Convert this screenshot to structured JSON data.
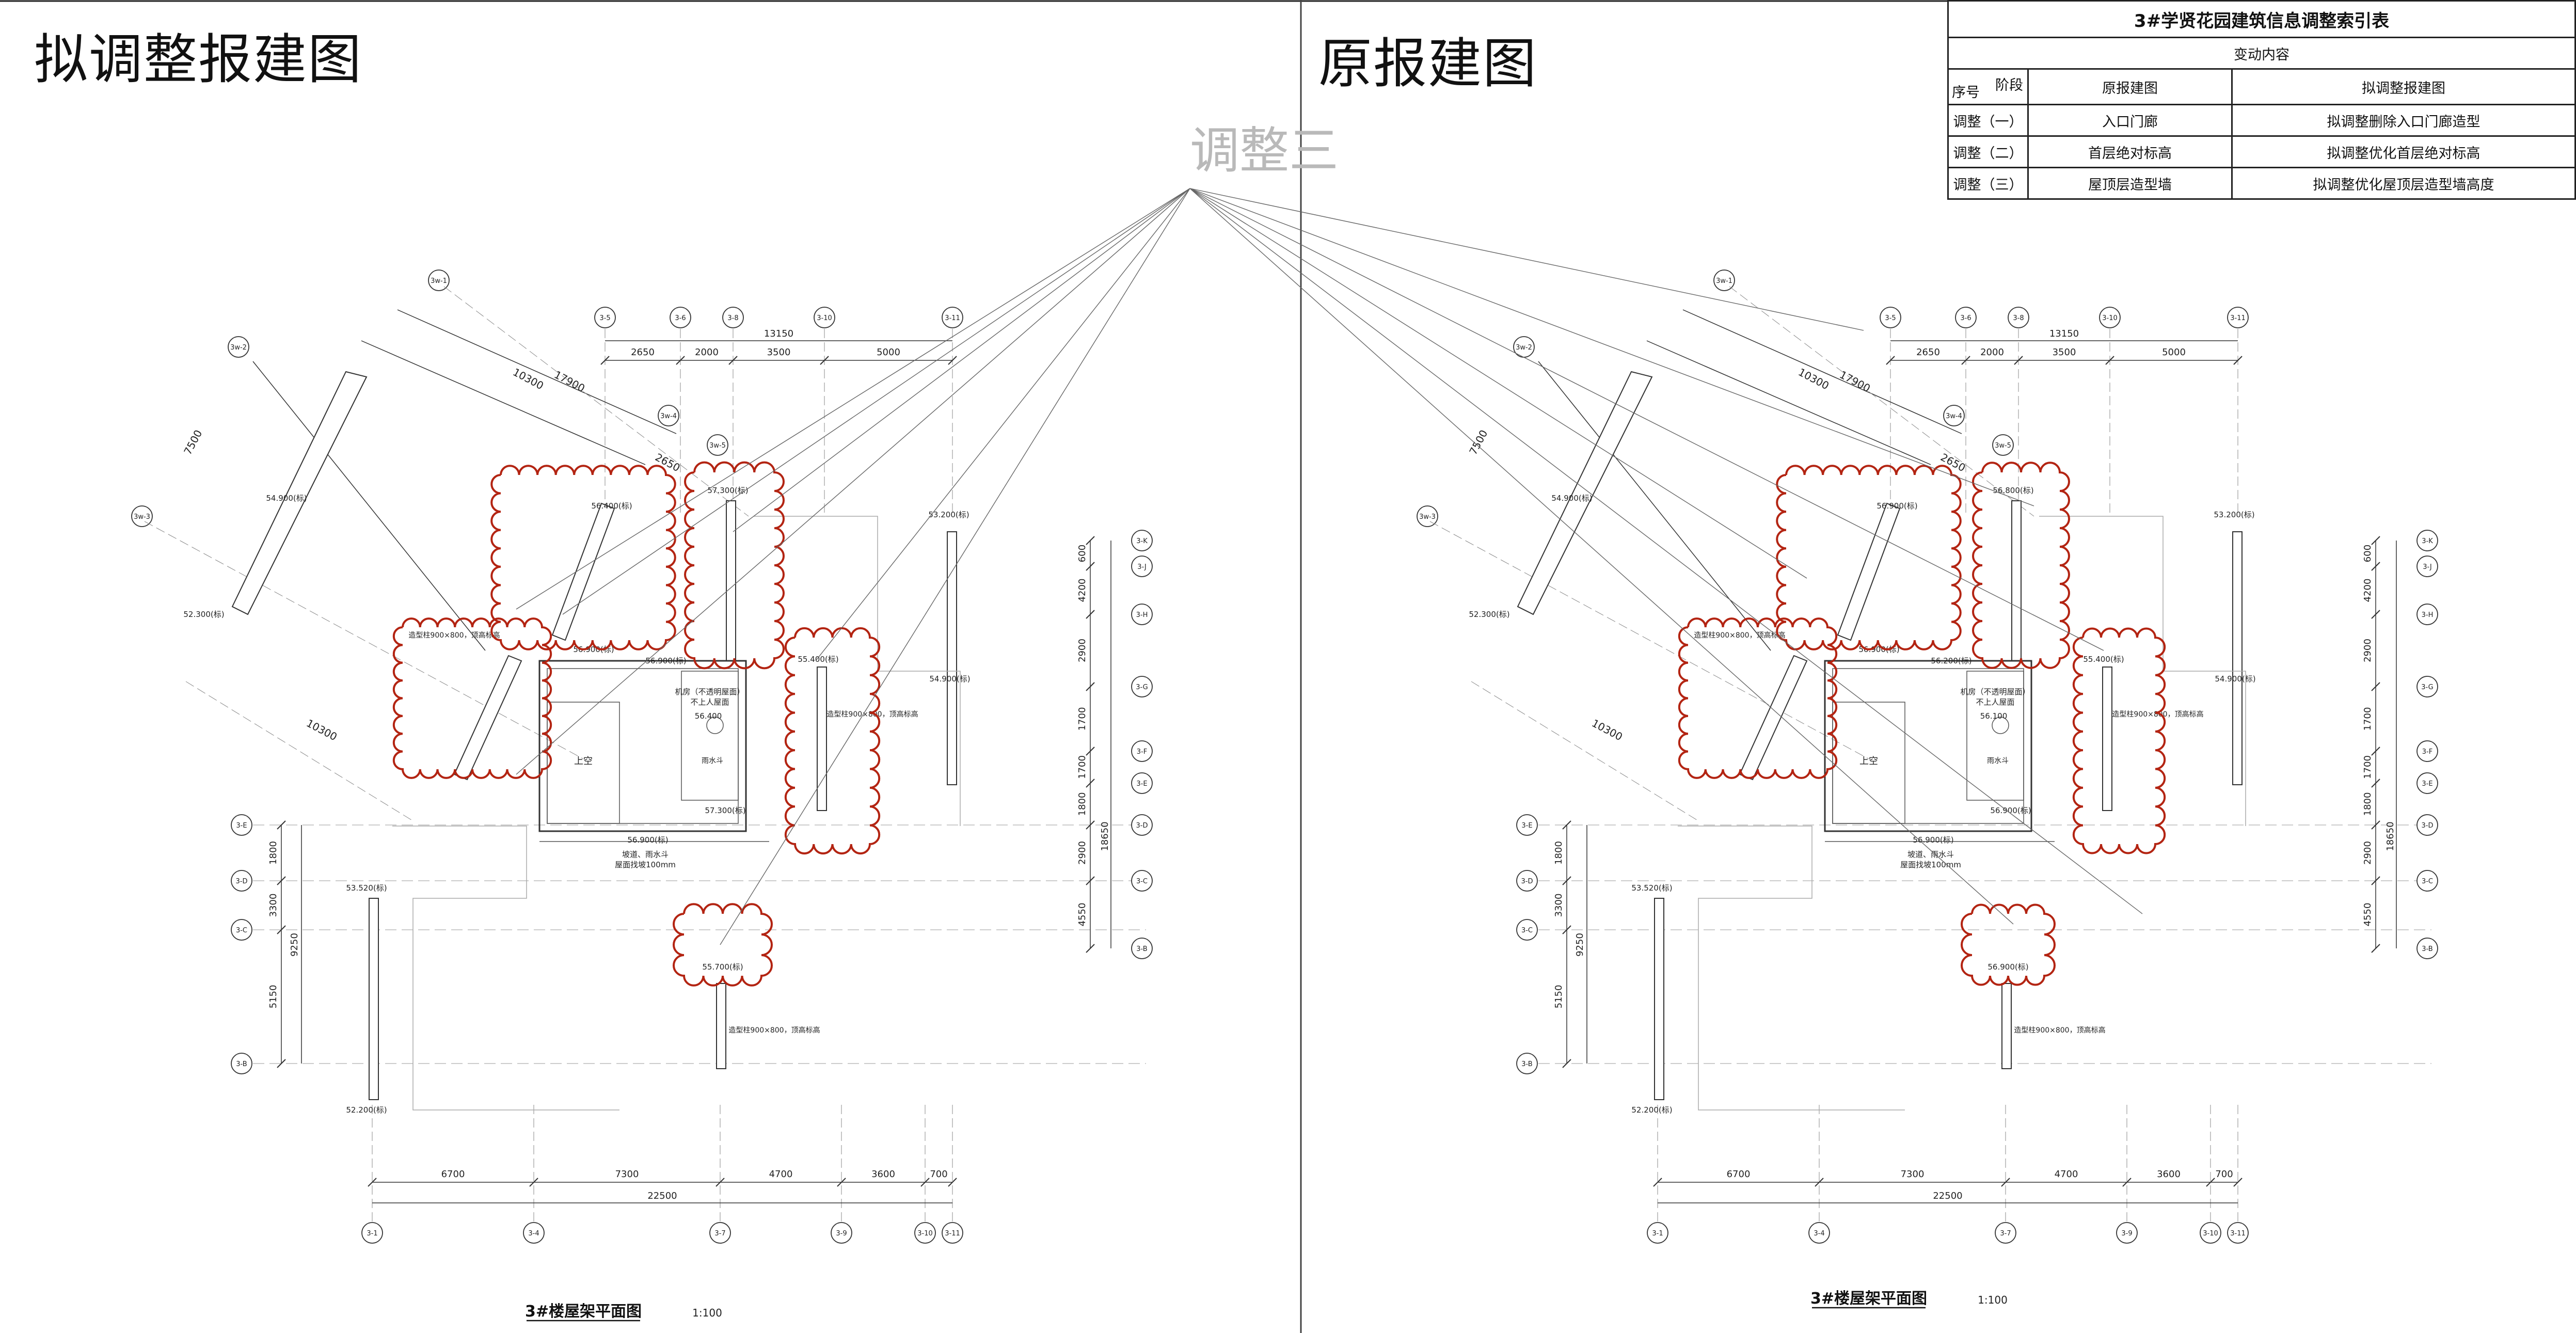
{
  "titles": {
    "left": "拟调整报建图",
    "right": "原报建图",
    "annotation": "调整三"
  },
  "index_table": {
    "title": "3#学贤花园建筑信息调整索引表",
    "section_header": "变动内容",
    "corner_stage": "阶段",
    "corner_serial": "序号",
    "col_original": "原报建图",
    "col_proposed": "拟调整报建图",
    "rows": [
      {
        "id": "调整（一）",
        "original": "入口门廊",
        "proposed": "拟调整删除入口门廊造型"
      },
      {
        "id": "调整（二）",
        "original": "首层绝对标高",
        "proposed": "拟调整优化首层绝对标高"
      },
      {
        "id": "调整（三）",
        "original": "屋顶层造型墙",
        "proposed": "拟调整优化屋顶层造型墙高度"
      }
    ]
  },
  "plans": {
    "caption": "3#楼屋架平面图",
    "scale": "1:100",
    "top_axes": [
      "3-5",
      "3-6",
      "3-8",
      "3-10",
      "3-11"
    ],
    "top_dims": [
      "2650",
      "2000",
      "3500",
      "5000"
    ],
    "top_total": "13150",
    "bottom_axes": [
      "3-1",
      "3-4",
      "3-7",
      "3-9",
      "3-10",
      "3-11"
    ],
    "bottom_dims": [
      "6700",
      "7300",
      "4700",
      "3600",
      "700"
    ],
    "bottom_total": "22500",
    "left_axes": [
      "3-E",
      "3-D",
      "3-C",
      "3-B"
    ],
    "left_dims": [
      "1800",
      "3300",
      "5150"
    ],
    "left_total": "9250",
    "right_axes": [
      "3-K",
      "3-J",
      "3-H",
      "3-G",
      "3-F",
      "3-E",
      "3-D",
      "3-C",
      "3-B"
    ],
    "right_dims": [
      "600",
      "4200",
      "2900",
      "1700",
      "1700",
      "1800",
      "2900",
      "4550"
    ],
    "right_total": "18650",
    "diag_dims": [
      "7500",
      "10300",
      "17900",
      "2650"
    ],
    "diag_axes": [
      "3w-1",
      "3w-2",
      "3w-3",
      "3w-4",
      "3w-5"
    ],
    "room_label": "上空",
    "machine_label": "机房（不透明屋面）",
    "machine_sub": "不上人屋面",
    "rain_label": "雨水斗",
    "note_texts": [
      "造型柱900×800，顶高标高",
      "坡道、雨水斗",
      "屋面找坡100mm"
    ],
    "left_elevations": [
      "56.400(标)",
      "56.900(标)",
      "56.900(标)",
      "57.300(标)",
      "57.300(标)",
      "53.520(标)",
      "52.200(标)",
      "54.900(标)",
      "52.300(标)",
      "53.200(标)",
      "54.900(标)",
      "55.700(标)",
      "56.400",
      "55.400(标)",
      "56.900(标)"
    ],
    "right_elevations": [
      "56.900(标)",
      "56.900(标)",
      "56.200(标)",
      "56.800(标)",
      "56.900(标)",
      "53.520(标)",
      "52.200(标)",
      "54.900(标)",
      "52.300(标)",
      "53.200(标)",
      "54.900(标)",
      "56.900(标)",
      "56.100",
      "55.400(标)",
      "56.900(标)"
    ]
  }
}
